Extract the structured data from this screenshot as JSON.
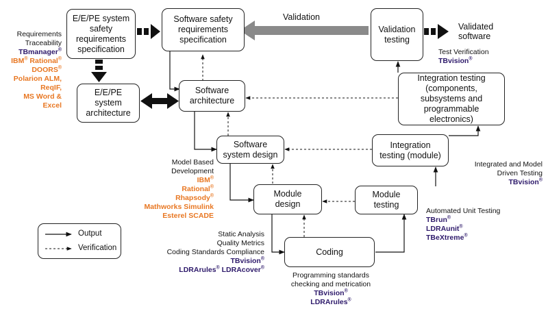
{
  "boxes": {
    "ee_requirements": "E/E/PE system\nsafety\nrequirements\nspecification",
    "ee_architecture": "E/E/PE system\narchitecture",
    "sw_requirements": "Software safety\nrequirements\nspecification",
    "sw_architecture": "Software\narchitecture",
    "sw_design": "Software\nsystem design",
    "module_design": "Module\ndesign",
    "coding": "Coding",
    "module_testing": "Module\ntesting",
    "integration_module": "Integration\ntesting (module)",
    "integration_full": "Integration testing\n(components,\nsubsystems and\nprogrammable electronics)",
    "validation_testing": "Validation\ntesting"
  },
  "arrows": {
    "validation": "Validation",
    "validated_software": "Validated\nsoftware"
  },
  "annotations": {
    "requirements": {
      "labels": [
        "Requirements",
        "Traceability"
      ],
      "products": [
        {
          "name": "TBmanager",
          "sup": "®",
          "color": "purple"
        },
        {
          "name": "IBM",
          "sup": "®",
          "suffix": " Rational",
          "sup2": "®",
          "color": "orange"
        },
        {
          "name": "DOORS",
          "sup": "®",
          "color": "orange"
        },
        {
          "name": "Polarion ALM,",
          "color": "orange"
        },
        {
          "name": "ReqIF,",
          "color": "orange"
        },
        {
          "name": "MS Word &",
          "color": "orange"
        },
        {
          "name": "Excel",
          "color": "orange"
        }
      ]
    },
    "test_verification": {
      "labels": [
        "Test Verification"
      ],
      "products": [
        {
          "name": "TBvision",
          "sup": "®",
          "color": "purple"
        }
      ]
    },
    "integrated_model": {
      "labels": [
        "Integrated and Model",
        "Driven Testing"
      ],
      "products": [
        {
          "name": "TBvision",
          "sup": "®",
          "color": "purple"
        }
      ]
    },
    "automated_unit": {
      "labels": [
        "Automated Unit Testing"
      ],
      "products": [
        {
          "name": "TBrun",
          "sup": "®",
          "color": "purple"
        },
        {
          "name": "LDRAunit",
          "sup": "®",
          "color": "purple"
        },
        {
          "name": "TBeXtreme",
          "sup": "®",
          "color": "purple"
        }
      ]
    },
    "model_based": {
      "labels": [
        "Model Based",
        "Development"
      ],
      "products": [
        {
          "name": "IBM",
          "sup": "®",
          "color": "orange"
        },
        {
          "name": "Rational",
          "sup": "®",
          "color": "orange"
        },
        {
          "name": "Rhapsody",
          "sup": "®",
          "color": "orange"
        },
        {
          "name": "Mathworks Simulink",
          "color": "orange"
        },
        {
          "name": "Esterel SCADE",
          "color": "orange"
        }
      ]
    },
    "static_analysis": {
      "labels": [
        "Static Analysis",
        "Quality Metrics",
        "Coding Standards Compliance"
      ],
      "products": [
        {
          "name": "TBvision",
          "sup": "®",
          "color": "purple"
        },
        {
          "name": "LDRArules",
          "sup": "®",
          "suffix": " LDRAcover",
          "sup2": "®",
          "color": "purple"
        }
      ]
    },
    "programming_standards": {
      "labels": [
        "Programming standards",
        "checking and metrication"
      ],
      "products": [
        {
          "name": "TBvision",
          "sup": "®",
          "color": "purple"
        },
        {
          "name": "LDRArules",
          "sup": "®",
          "color": "purple"
        }
      ]
    }
  },
  "legend": {
    "output": "Output",
    "verification": "Verification"
  },
  "colors": {
    "orange": "#e87722",
    "purple": "#2e1a6b",
    "validation_arrow": "#8a8a8a"
  }
}
